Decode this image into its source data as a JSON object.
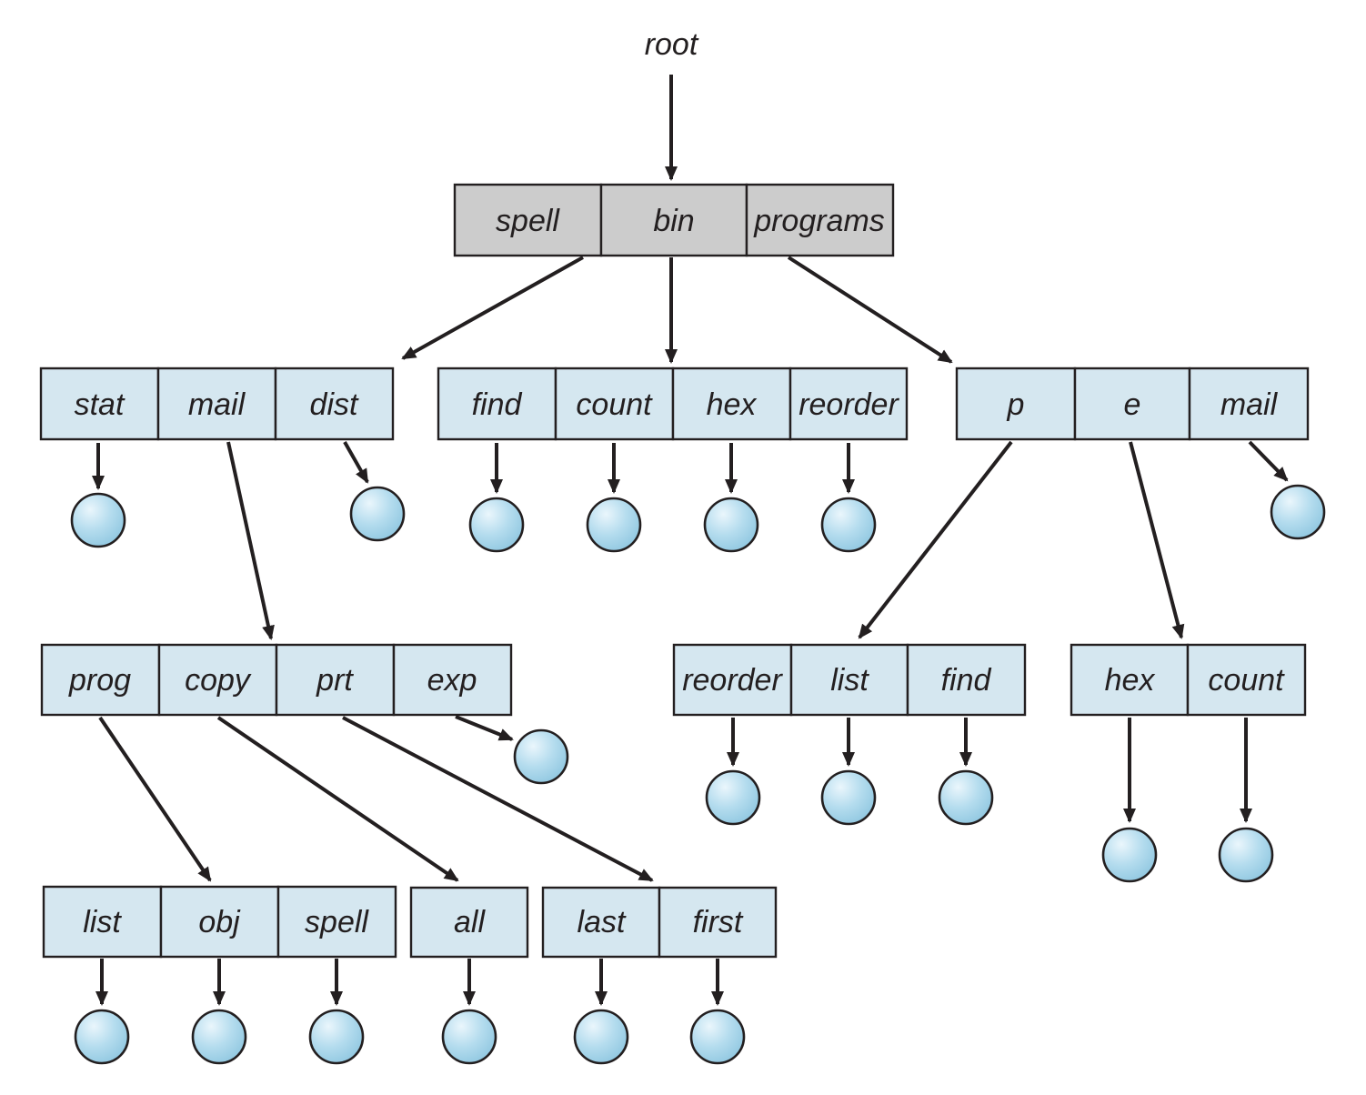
{
  "figure": {
    "root_label": "root",
    "kind": "tree-structured directory diagram"
  },
  "colors": {
    "directory_box_blue": "#d5e7f0",
    "root_box_gray": "#cccccc",
    "outline": "#231f20",
    "file_highlight": "#eaf6fc",
    "file_mid": "#b4dcee",
    "file_shade": "#8cc5df",
    "background": "#ffffff"
  },
  "boxes": [
    {
      "id": "root-directory",
      "cells": [
        "spell",
        "bin",
        "programs"
      ]
    },
    {
      "id": "spell-directory",
      "cells": [
        "stat",
        "mail",
        "dist"
      ]
    },
    {
      "id": "bin-directory",
      "cells": [
        "find",
        "count",
        "hex",
        "reorder"
      ]
    },
    {
      "id": "programs-directory",
      "cells": [
        "p",
        "e",
        "mail"
      ]
    },
    {
      "id": "mail-directory",
      "cells": [
        "prog",
        "copy",
        "prt",
        "exp"
      ]
    },
    {
      "id": "p-directory",
      "cells": [
        "reorder",
        "list",
        "find"
      ]
    },
    {
      "id": "e-directory",
      "cells": [
        "hex",
        "count"
      ]
    },
    {
      "id": "prog-directory",
      "cells": [
        "list",
        "obj",
        "spell"
      ]
    },
    {
      "id": "copy-directory",
      "cells": [
        "all"
      ]
    },
    {
      "id": "prt-directory",
      "cells": [
        "last",
        "first"
      ]
    }
  ]
}
